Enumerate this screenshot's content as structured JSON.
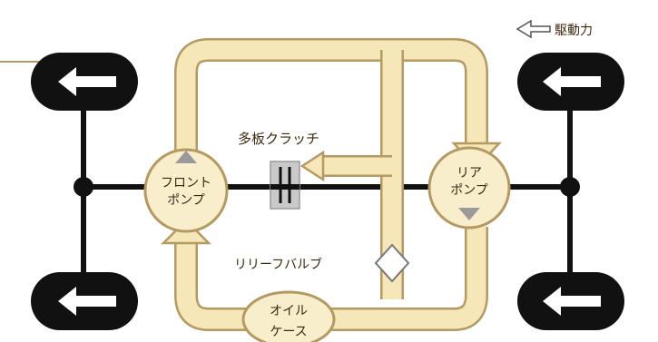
{
  "legend": {
    "label": "駆動力"
  },
  "labels": {
    "multi_plate_clutch": "多板クラッチ",
    "relief_valve": "リリーフバルブ",
    "front_pump_line1": "フロント",
    "front_pump_line2": "ポンプ",
    "rear_pump_line1": "リア",
    "rear_pump_line2": "ポンプ",
    "oil_case_line1": "オイル",
    "oil_case_line2": "ケース"
  },
  "colors": {
    "oil_path": "#f5e7b8",
    "oil_outline": "#b49a62",
    "axle": "#111111",
    "tire": "#111111",
    "arrow_fill": "#ffffff",
    "pump_fill": "#f8eecb",
    "clutch_box": "#c9c9c9",
    "marker": "#9a9a9a"
  }
}
